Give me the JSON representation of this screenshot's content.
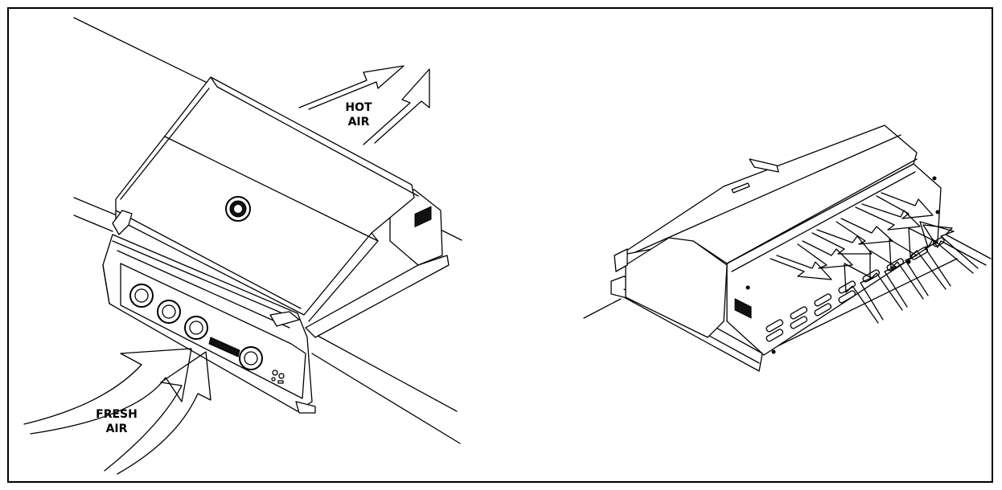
{
  "labels": {
    "hot_air": [
      "HOT",
      "AIR"
    ],
    "fresh_air": [
      "FRESH",
      "AIR"
    ]
  }
}
